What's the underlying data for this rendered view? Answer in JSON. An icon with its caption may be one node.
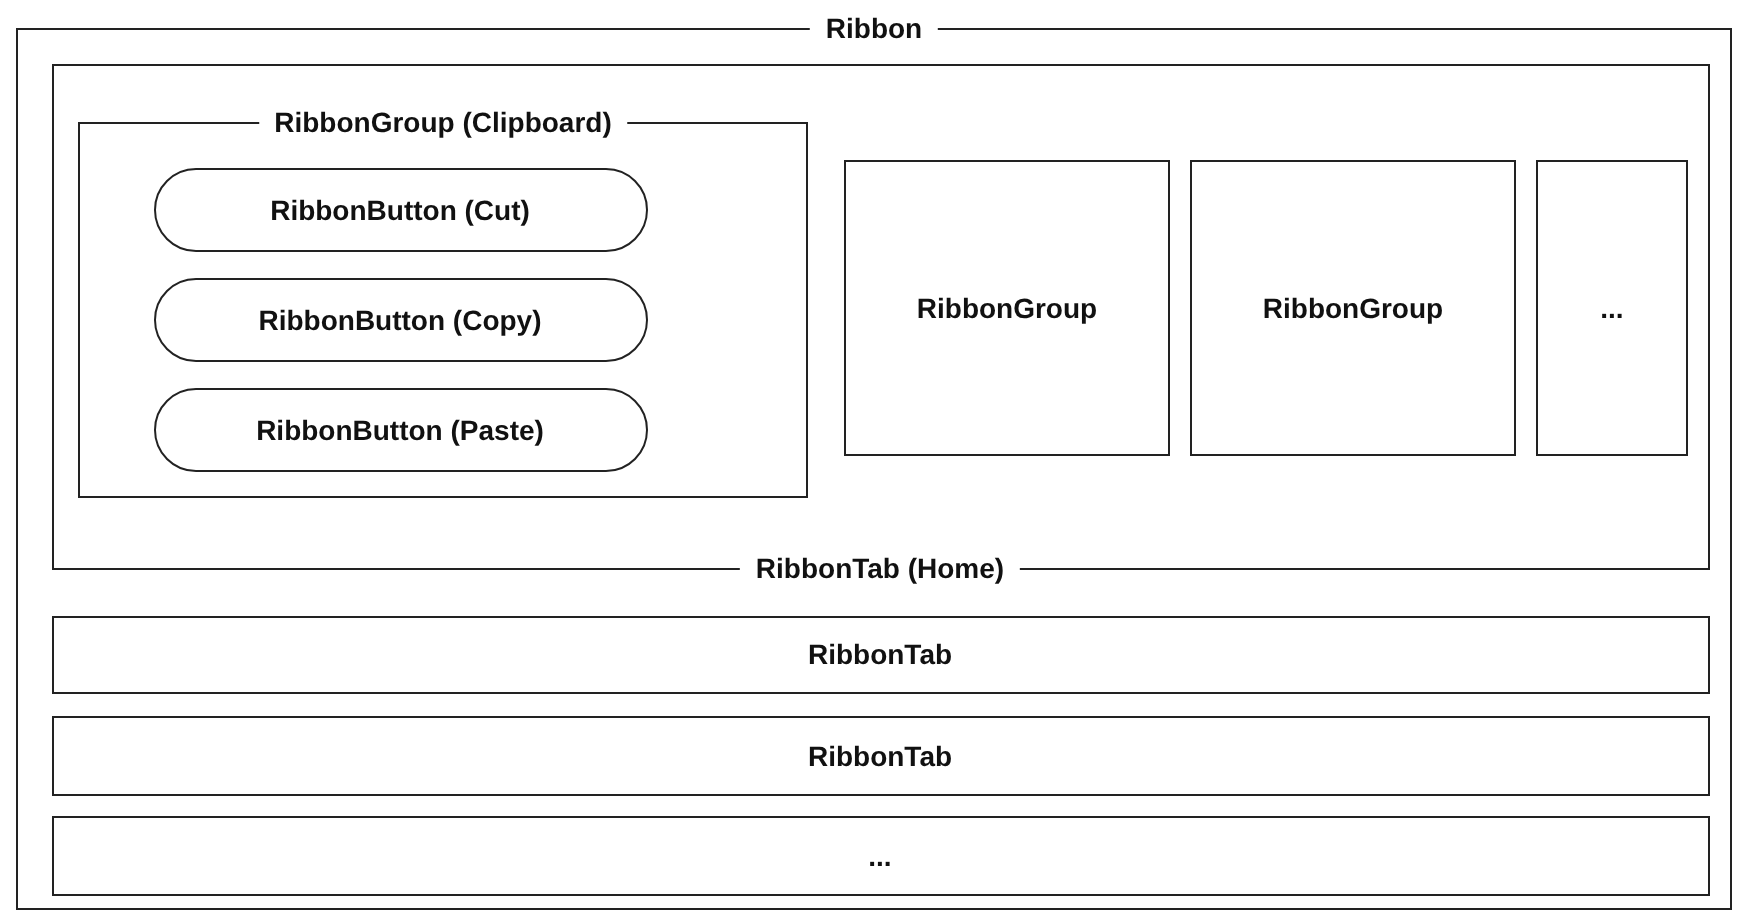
{
  "diagram": {
    "nodes": [
      {
        "text": [
          "Ribbon"
        ]
      },
      {
        "text": [
          "RibbonTab (Home)"
        ],
        "in": 0
      },
      {
        "text": [
          "RibbonGroup (Clipboard)"
        ],
        "in": 1
      },
      {
        "text": [
          "RibbonButton (Cut)"
        ],
        "in": 2
      },
      {
        "text": [
          "RibbonButton (Copy)"
        ],
        "in": 2
      },
      {
        "text": [
          "RibbonButton (Paste)"
        ],
        "in": 2
      },
      {
        "text": [
          "RibbonGroup"
        ],
        "in": 1
      },
      {
        "text": [
          "RibbonGroup"
        ],
        "in": 1
      },
      {
        "text": [
          "..."
        ],
        "in": 1
      },
      {
        "text": [
          "RibbonTab"
        ],
        "in": 0
      },
      {
        "text": [
          "RibbonTab"
        ],
        "in": 0
      },
      {
        "text": [
          "..."
        ],
        "in": 0
      }
    ]
  }
}
